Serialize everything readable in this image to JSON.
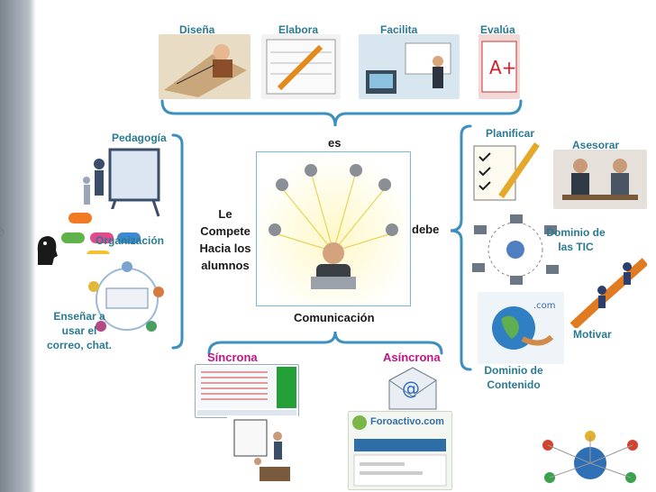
{
  "top_labels": {
    "disena": "Diseña",
    "elabora": "Elabora",
    "facilita": "Facilita",
    "evalua": "Evalúa"
  },
  "left_labels": {
    "pedagogia": "Pedagogía",
    "organizacion": "Organización",
    "ensenar": [
      "Enseñar a",
      "usar el",
      "correo, chat."
    ]
  },
  "center": {
    "es": "es",
    "le": [
      "Le",
      "Compete",
      "Hacia los",
      "alumnos"
    ],
    "debe": "debe",
    "comunicacion": "Comunicación"
  },
  "right_labels": {
    "planificar": "Planificar",
    "asesorar": "Asesorar",
    "dominio_tic": [
      "Dominio de",
      "las TIC"
    ],
    "motivar": "Motivar",
    "dominio_contenido": [
      "Dominio de",
      "Contenido"
    ]
  },
  "bottom_labels": {
    "sincrona": "Síncrona",
    "asincrona": "Asíncrona"
  },
  "forum_logo": {
    "text": "Foroactivo.com"
  },
  "colors": {
    "accent": "#2a7a92",
    "highlight": "#c01587",
    "bracket": "#3d8fc0"
  }
}
